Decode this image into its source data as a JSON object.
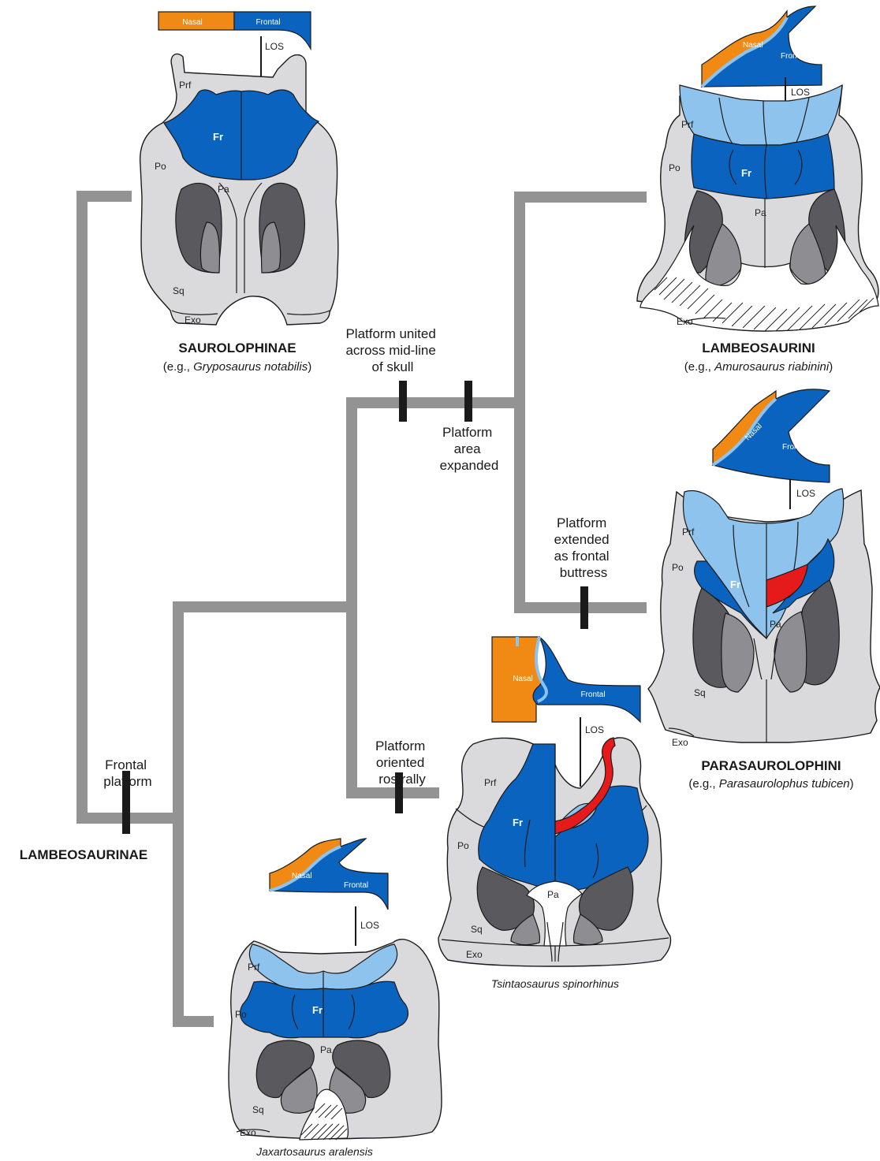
{
  "colors": {
    "frontal": "#0a64bf",
    "nasal": "#f18a14",
    "frontal_light": "#8dc3ec",
    "red_highlight": "#e51a1a",
    "bone_grey": "#dadadc",
    "tree_grey": "#939393"
  },
  "bone_labels": {
    "prf": "Prf",
    "po": "Po",
    "fr": "Fr",
    "pa": "Pa",
    "sq": "Sq",
    "exo": "Exo",
    "los": "LOS",
    "nasal": "Nasal",
    "frontal": "Frontal"
  },
  "characters": {
    "frontal_platform": [
      "Frontal",
      "platform"
    ],
    "oriented_rostrally": [
      "Platform",
      "oriented",
      "rostrally"
    ],
    "united_midline": [
      "Platform united",
      "across mid-line",
      "of skull"
    ],
    "area_expanded": [
      "Platform",
      "area",
      "expanded"
    ],
    "frontal_buttress": [
      "Platform",
      "extended",
      "as frontal",
      "buttress"
    ]
  },
  "clades": {
    "saurolophinae": {
      "name": "SAUROLOPHINAE",
      "eg_prefix": "(e.g., ",
      "eg_species": "Gryposaurus notabilis",
      "eg_suffix": ")"
    },
    "lambeosaurini": {
      "name": "LAMBEOSAURINI",
      "eg_prefix": "(e.g., ",
      "eg_species": "Amurosaurus riabinini",
      "eg_suffix": ")"
    },
    "parasaurolophini": {
      "name": "PARASAUROLOPHINI",
      "eg_prefix": "(e.g., ",
      "eg_species": "Parasaurolophus tubicen",
      "eg_suffix": ")"
    },
    "lambeosaurinae": {
      "name": "LAMBEOSAURINAE"
    }
  },
  "species": {
    "tsintaosaurus": "Tsintaosaurus spinorhinus",
    "jaxartosaurus": "Jaxartosaurus aralensis"
  }
}
